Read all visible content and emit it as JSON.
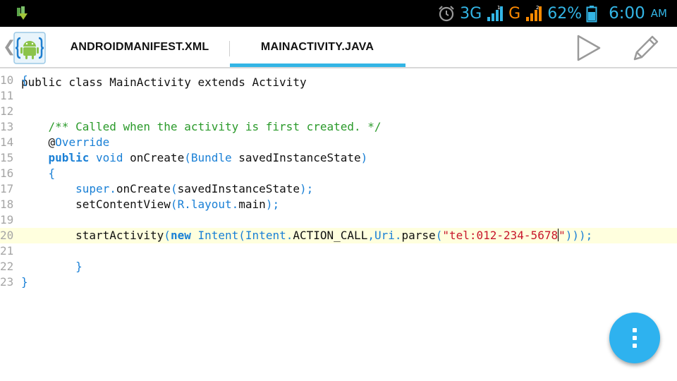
{
  "status_bar": {
    "network1": "3G",
    "sim1_index": "1",
    "network2": "G",
    "sim2_index": "2",
    "battery": "62%",
    "time": "6:00",
    "ampm": "AM",
    "colors": {
      "accent": "#33b5e5",
      "network2": "#ff8a00"
    }
  },
  "toolbar": {
    "tabs": [
      {
        "label": "ANDROIDMANIFEST.XML",
        "active": false
      },
      {
        "label": "MAINACTIVITY.JAVA",
        "active": true
      }
    ],
    "icons": {
      "back": "chevron-left-icon",
      "app": "android-braces-icon",
      "run": "play-icon",
      "edit": "pencil-icon"
    }
  },
  "editor": {
    "partial_top_line": "public class MainActivity extends Activity",
    "lines": [
      {
        "num": "10",
        "tokens": [
          {
            "t": "{",
            "c": "op"
          }
        ]
      },
      {
        "num": "11",
        "tokens": []
      },
      {
        "num": "12",
        "tokens": []
      },
      {
        "num": "13",
        "tokens": [
          {
            "t": "    /** Called when the activity is first created. */",
            "c": "cm"
          }
        ]
      },
      {
        "num": "14",
        "tokens": [
          {
            "t": "    @",
            "c": ""
          },
          {
            "t": "Override",
            "c": "kw"
          }
        ]
      },
      {
        "num": "15",
        "tokens": [
          {
            "t": "    ",
            "c": ""
          },
          {
            "t": "public",
            "c": "kw b"
          },
          {
            "t": " ",
            "c": ""
          },
          {
            "t": "void",
            "c": "kw"
          },
          {
            "t": " onCreate",
            "c": ""
          },
          {
            "t": "(",
            "c": "op"
          },
          {
            "t": "Bundle",
            "c": "kw"
          },
          {
            "t": " savedInstanceState",
            "c": ""
          },
          {
            "t": ")",
            "c": "op"
          }
        ]
      },
      {
        "num": "16",
        "tokens": [
          {
            "t": "    {",
            "c": "op"
          }
        ]
      },
      {
        "num": "17",
        "tokens": [
          {
            "t": "        ",
            "c": ""
          },
          {
            "t": "super",
            "c": "kw"
          },
          {
            "t": ".",
            "c": "op"
          },
          {
            "t": "onCreate",
            "c": ""
          },
          {
            "t": "(",
            "c": "op"
          },
          {
            "t": "savedInstanceState",
            "c": ""
          },
          {
            "t": ");",
            "c": "op"
          }
        ]
      },
      {
        "num": "18",
        "tokens": [
          {
            "t": "        setContentView",
            "c": ""
          },
          {
            "t": "(",
            "c": "op"
          },
          {
            "t": "R",
            "c": "kw"
          },
          {
            "t": ".",
            "c": "op"
          },
          {
            "t": "layout",
            "c": "kw"
          },
          {
            "t": ".",
            "c": "op"
          },
          {
            "t": "main",
            "c": ""
          },
          {
            "t": ");",
            "c": "op"
          }
        ]
      },
      {
        "num": "19",
        "tokens": []
      },
      {
        "num": "20",
        "current": true,
        "tokens": [
          {
            "t": "        startActivity",
            "c": ""
          },
          {
            "t": "(",
            "c": "op"
          },
          {
            "t": "new",
            "c": "kw b"
          },
          {
            "t": " ",
            "c": ""
          },
          {
            "t": "Intent",
            "c": "kw"
          },
          {
            "t": "(",
            "c": "op"
          },
          {
            "t": "Intent",
            "c": "kw"
          },
          {
            "t": ".",
            "c": "op"
          },
          {
            "t": "ACTION_CALL",
            "c": ""
          },
          {
            "t": ",",
            "c": "op"
          },
          {
            "t": "Uri",
            "c": "kw"
          },
          {
            "t": ".",
            "c": "op"
          },
          {
            "t": "parse",
            "c": ""
          },
          {
            "t": "(",
            "c": "op"
          },
          {
            "t": "\"tel:012-234-5678",
            "c": "str"
          },
          {
            "t": "CURSOR",
            "c": "cursor"
          },
          {
            "t": "\"",
            "c": "str"
          },
          {
            "t": ")));",
            "c": "op"
          }
        ]
      },
      {
        "num": "21",
        "tokens": []
      },
      {
        "num": "22",
        "tokens": [
          {
            "t": "        }",
            "c": "op"
          }
        ]
      },
      {
        "num": "23",
        "tokens": [
          {
            "t": "}",
            "c": "op"
          }
        ]
      }
    ]
  },
  "fab": {
    "icon": "more-vertical-icon",
    "color": "#2eb2ef"
  }
}
